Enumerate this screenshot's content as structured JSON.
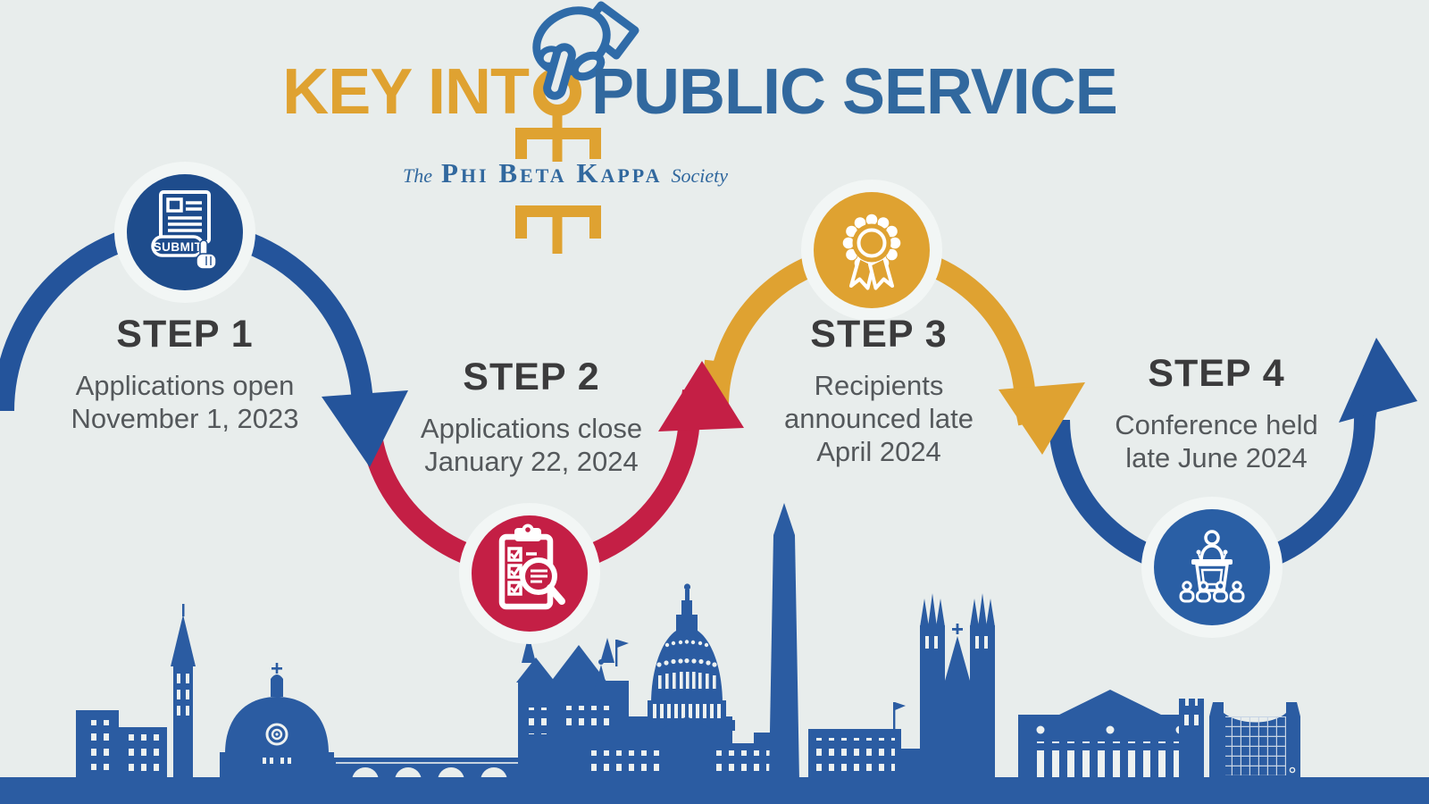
{
  "title": {
    "left": "KEY INT",
    "right": "PUBLIC SERVICE"
  },
  "brand": {
    "prefix": "The",
    "name": "Phi Beta Kappa",
    "suffix": "Society"
  },
  "steps": [
    {
      "label": "STEP 1",
      "lines": [
        "Applications open",
        "November 1, 2023"
      ],
      "icon": "submit-document-icon",
      "color": "#1E4C8C"
    },
    {
      "label": "STEP 2",
      "lines": [
        "Applications close",
        "January 22, 2024"
      ],
      "icon": "checklist-magnifier-icon",
      "color": "#C41F45"
    },
    {
      "label": "STEP 3",
      "lines": [
        "Recipients",
        "announced late",
        "April 2024"
      ],
      "icon": "award-ribbon-icon",
      "color": "#DFA231"
    },
    {
      "label": "STEP 4",
      "lines": [
        "Conference held",
        "late June 2024"
      ],
      "icon": "podium-speaker-icon",
      "color": "#2A5FA5"
    }
  ],
  "icons": {
    "submit_label": "SUBMIT"
  },
  "colors": {
    "background": "#E8EDEC",
    "gold": "#DFA231",
    "red": "#C41F45",
    "navy_circle": "#1E4C8C",
    "arc_blue": "#24549B",
    "step4_blue": "#2A5FA5",
    "title_blue": "#31689E",
    "skyline_blue": "#2B5CA2",
    "halo": "#F2F6F5",
    "step_label_text": "#3B3B3C",
    "step_desc_text": "#54585B"
  }
}
